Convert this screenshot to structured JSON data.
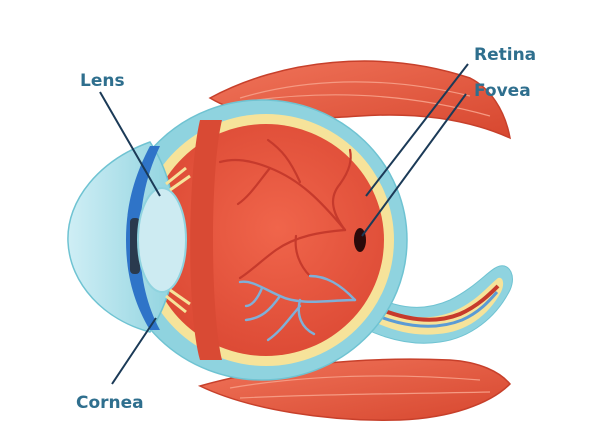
{
  "labels": {
    "lens": "Lens",
    "retina": "Retina",
    "fovea": "Fovea",
    "cornea": "Cornea"
  },
  "colors": {
    "label_text": "#2f6f8e",
    "leader_line": "#1b3a57",
    "muscle": "#e25a3b",
    "outer_sclera": "#8fd3df",
    "eyeball_inner": "#e9533a",
    "retina_layer": "#f6e39a",
    "lens": "#cdebf2",
    "cornea_front": "#9ed8e4",
    "iris": "#2f74c8",
    "vessels_red": "#c63a2c",
    "vessels_blue": "#7fb0d8",
    "fovea": "#2b0a0a"
  }
}
